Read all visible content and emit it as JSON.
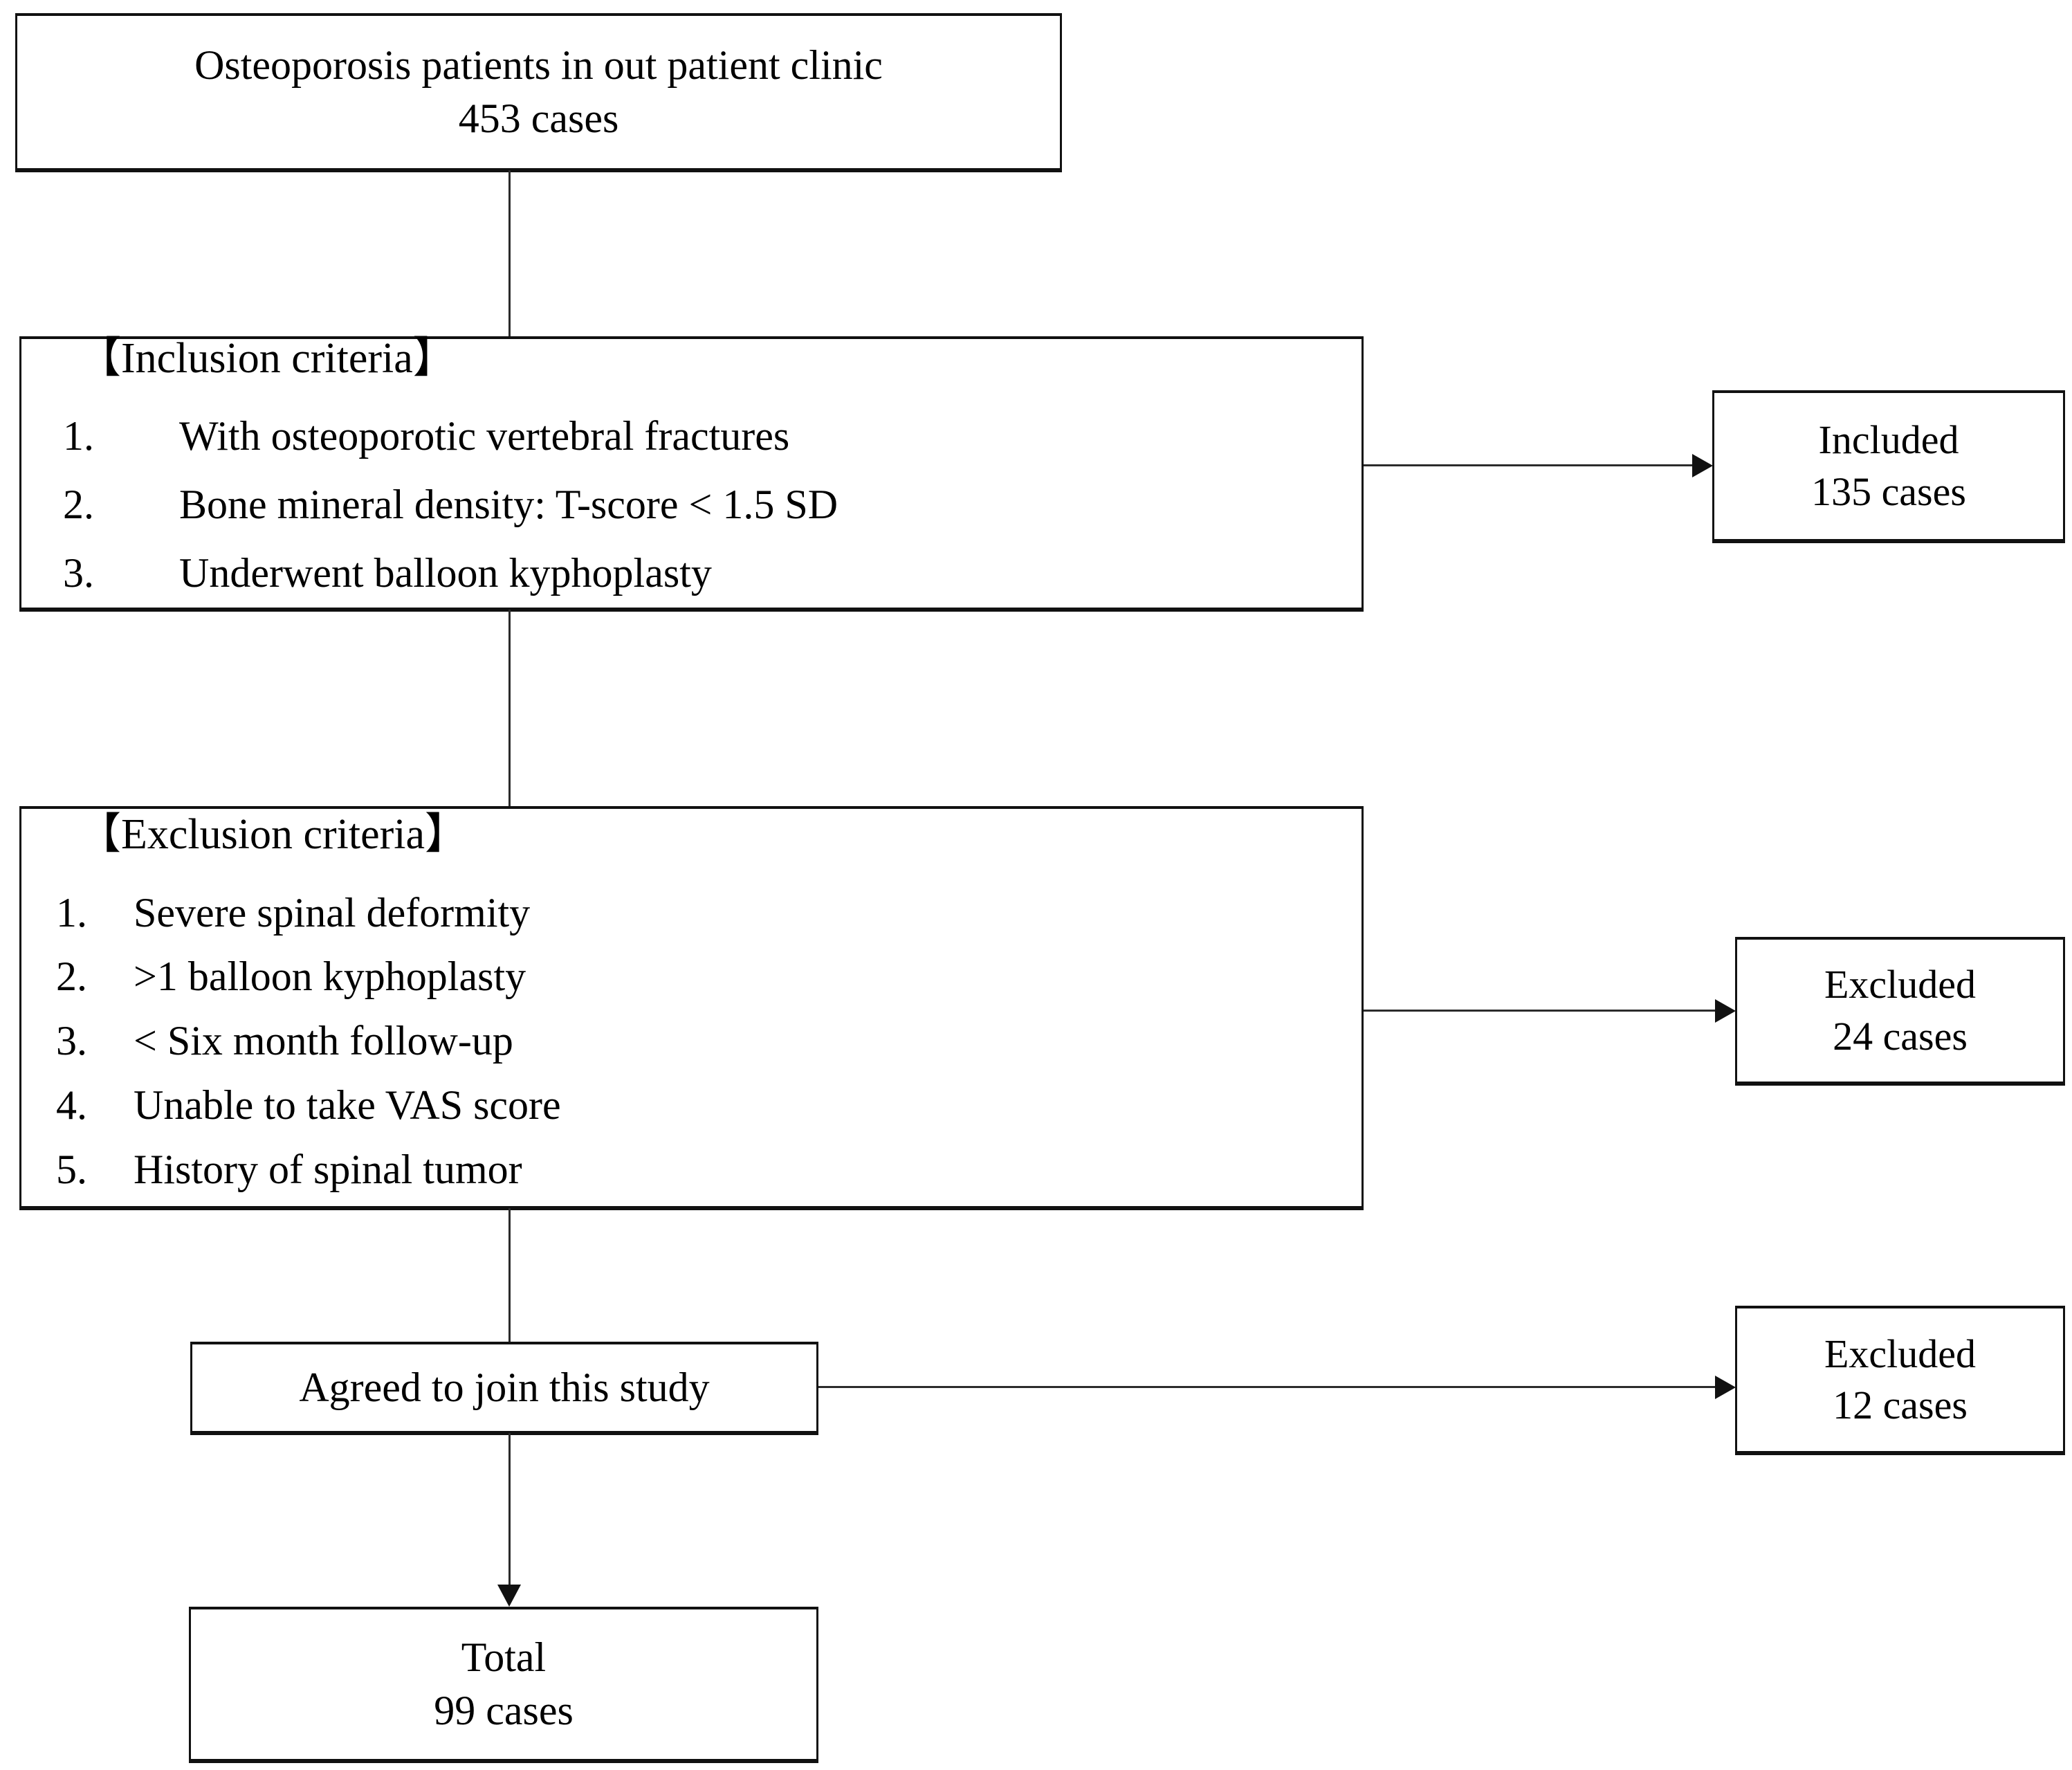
{
  "diagram": {
    "title": "Patient selection flow diagram",
    "type": "flowchart",
    "colors": {
      "stroke": "#111111",
      "connector": "#2b2b2b",
      "background": "#ffffff",
      "text": "#000000"
    }
  },
  "nodes": {
    "source": {
      "line1": "Osteoporosis patients in out patient clinic",
      "line2": "453 cases"
    },
    "inclusion": {
      "heading": "【Inclusion criteria】",
      "items": [
        {
          "num": "1.",
          "text": "With osteoporotic vertebral fractures"
        },
        {
          "num": "2.",
          "text": "Bone mineral density: T-score < 1.5 SD"
        },
        {
          "num": "3.",
          "text": "Underwent balloon kyphoplasty"
        }
      ]
    },
    "included": {
      "line1": "Included",
      "line2": "135 cases"
    },
    "exclusion": {
      "heading": "【Exclusion criteria】",
      "items": [
        {
          "num": "1.",
          "text": "Severe spinal deformity"
        },
        {
          "num": "2.",
          "text": ">1 balloon kyphoplasty"
        },
        {
          "num": "3.",
          "text": "< Six month follow-up"
        },
        {
          "num": "4.",
          "text": "Unable to take VAS score"
        },
        {
          "num": "5.",
          "text": "History of spinal tumor"
        }
      ]
    },
    "excluded_criteria": {
      "line1": "Excluded",
      "line2": "24 cases"
    },
    "agreed": {
      "line1": "Agreed to join this study"
    },
    "excluded_consent": {
      "line1": "Excluded",
      "line2": "12 cases"
    },
    "total": {
      "line1": "Total",
      "line2": "99 cases"
    }
  },
  "chart_data": {
    "type": "flowchart",
    "title": "Osteoporosis patient selection flow",
    "stages": [
      {
        "id": "source",
        "label": "Osteoporosis patients in out patient clinic",
        "count": 453,
        "unit": "cases"
      },
      {
        "id": "included",
        "label": "Included",
        "count": 135,
        "unit": "cases"
      },
      {
        "id": "excluded_criteria",
        "label": "Excluded",
        "count": 24,
        "unit": "cases"
      },
      {
        "id": "excluded_consent",
        "label": "Excluded",
        "count": 12,
        "unit": "cases"
      },
      {
        "id": "total",
        "label": "Total",
        "count": 99,
        "unit": "cases"
      }
    ],
    "edges": [
      {
        "from": "source",
        "to": "inclusion",
        "direction": "down"
      },
      {
        "from": "inclusion",
        "to": "included",
        "direction": "right"
      },
      {
        "from": "inclusion",
        "to": "exclusion",
        "direction": "down"
      },
      {
        "from": "exclusion",
        "to": "excluded_criteria",
        "direction": "right"
      },
      {
        "from": "exclusion",
        "to": "agreed",
        "direction": "down"
      },
      {
        "from": "agreed",
        "to": "excluded_consent",
        "direction": "right"
      },
      {
        "from": "agreed",
        "to": "total",
        "direction": "down"
      }
    ]
  }
}
